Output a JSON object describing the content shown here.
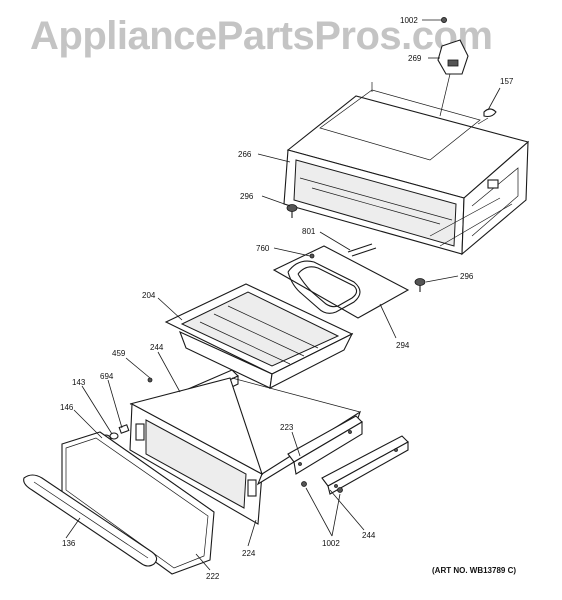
{
  "watermark": "AppliancePartsPros.com",
  "art_number": "(ART NO. WB13789 C)",
  "callouts": {
    "c1002_top": "1002",
    "c269": "269",
    "c157": "157",
    "c266": "266",
    "c296_left": "296",
    "c801": "801",
    "c760": "760",
    "c296_right": "296",
    "c204": "204",
    "c294": "294",
    "c459": "459",
    "c244_upper": "244",
    "c694": "694",
    "c143": "143",
    "c146": "146",
    "c223": "223",
    "c136": "136",
    "c224": "224",
    "c1002_bottom": "1002",
    "c244_lower": "244",
    "c222": "222"
  }
}
